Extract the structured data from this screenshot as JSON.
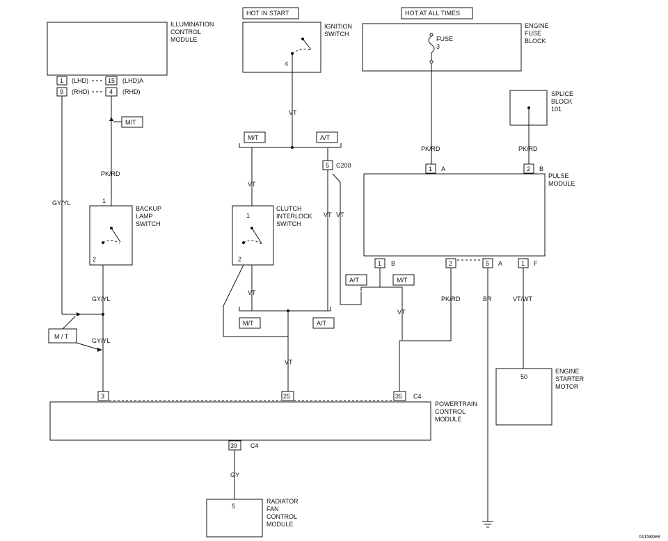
{
  "figure_id": "011580e8",
  "headers": {
    "hot_in_start": "HOT IN START",
    "hot_at_all_times": "HOT AT ALL TIMES"
  },
  "components": {
    "illumination": [
      "ILLUMINATION",
      "CONTROL",
      "MODULE"
    ],
    "ignition": [
      "IGNITION",
      "SWITCH"
    ],
    "fuse_block": [
      "ENGINE",
      "FUSE",
      "BLOCK"
    ],
    "fuse": [
      "FUSE",
      "3"
    ],
    "splice": [
      "SPLICE",
      "BLOCK",
      "101"
    ],
    "pulse": [
      "PULSE",
      "MODULE"
    ],
    "backup_lamp": [
      "BACKUP",
      "LAMP",
      "SWITCH"
    ],
    "clutch": [
      "CLUTCH",
      "INTERLOCK",
      "SWITCH"
    ],
    "starter": [
      "ENGINE",
      "STARTER",
      "MOTOR"
    ],
    "pcm": [
      "POWERTRAIN",
      "CONTROL",
      "MODULE"
    ],
    "radiator": [
      "RADIATOR",
      "FAN",
      "CONTROL",
      "MODULE"
    ]
  },
  "pins": {
    "icm_1": "1",
    "icm_15": "15",
    "icm_9": "9",
    "icm_4": "4",
    "lhd": "(LHD)",
    "lhd_a": "(LHD)A",
    "rhd_left": "(RHD)",
    "rhd_right": "(RHD)",
    "ign_4": "4",
    "pm_top_1": "1",
    "pm_top_1_conn": "A",
    "pm_top_2": "2",
    "pm_top_2_conn": "B",
    "pm_bot_1b": "1",
    "pm_bot_1b_conn": "B",
    "pm_bot_2": "2",
    "pm_bot_5": "5",
    "pm_bot_5_conn": "A",
    "pm_bot_1f": "1",
    "pm_bot_1f_conn": "F",
    "c200_pin": "5",
    "c200": "C200",
    "backup_1": "1",
    "backup_2": "2",
    "clutch_1": "1",
    "clutch_2": "2",
    "starter_50": "50",
    "pcm_3": "3",
    "pcm_25": "25",
    "pcm_35": "35",
    "pcm_c4_top": "C4",
    "pcm_39": "39",
    "pcm_c4_bottom": "C4",
    "radiator_5": "5"
  },
  "option_tags": {
    "mt": "M/T",
    "at": "A/T",
    "mt_spaced": "M / T"
  },
  "wires": {
    "vt": "VT",
    "pk_rd": "PK/RD",
    "gy_yl": "GY/YL",
    "br": "BR",
    "vt_wt": "VT/WT",
    "gy": "GY"
  }
}
